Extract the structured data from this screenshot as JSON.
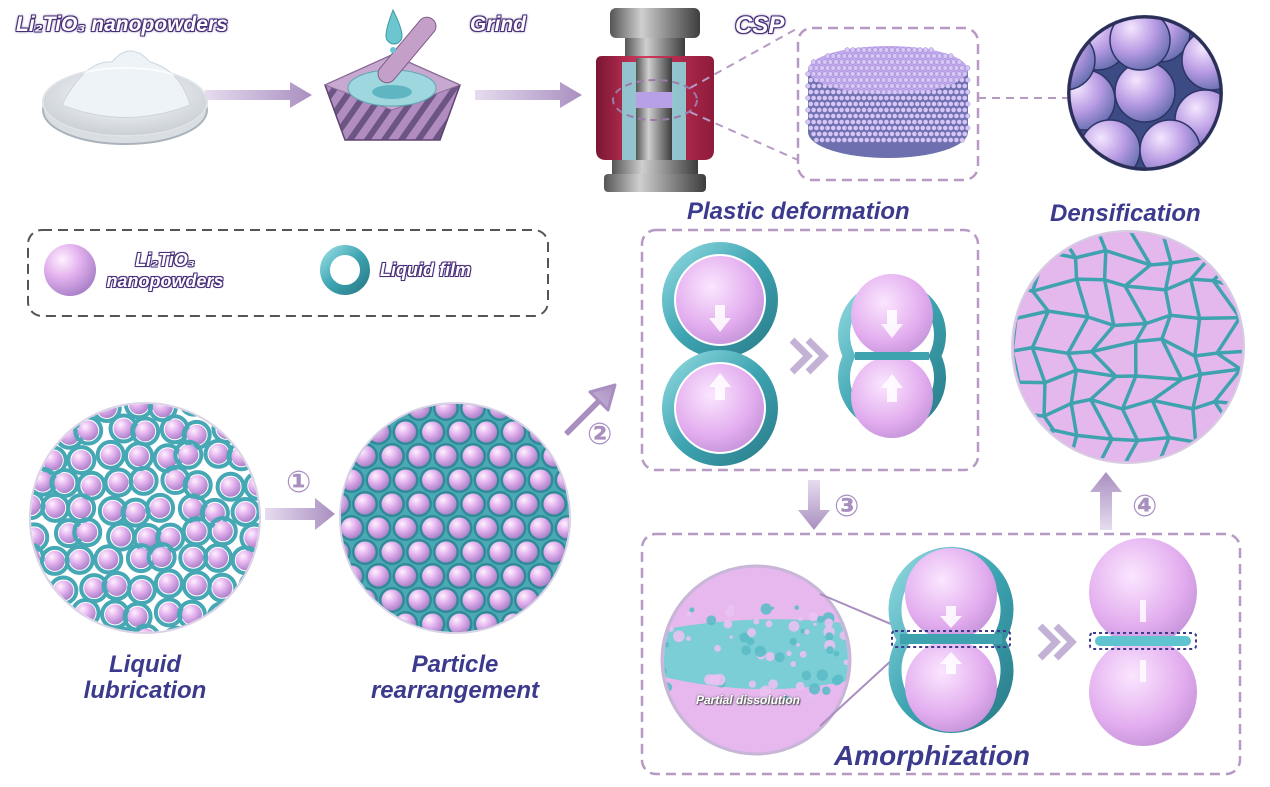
{
  "top_row": {
    "step1": "Li₂TiO₃ nanopowders",
    "step2": "Grind",
    "step3": "CSP"
  },
  "legend": {
    "powder_line1": "Li₂TiO₃",
    "powder_line2": "nanopowders",
    "film": "Liquid film"
  },
  "stages": {
    "liquid_line1": "Liquid",
    "liquid_line2": "lubrication",
    "particle_line1": "Particle",
    "particle_line2": "rearrangement",
    "plastic": "Plastic deformation",
    "densification": "Densification",
    "amorphization": "Amorphization",
    "partial": "Partial dissolution"
  },
  "step_numbers": {
    "s1": "①",
    "s2": "②",
    "s3": "③",
    "s4": "④"
  },
  "colors": {
    "sphere_pink": "#e4b3ef",
    "film_cyan": "#4fb7c2",
    "arrow_purple": "#b9a1cc",
    "dash_gray": "#b79ac4",
    "label_blue": "#3b3a8c"
  }
}
